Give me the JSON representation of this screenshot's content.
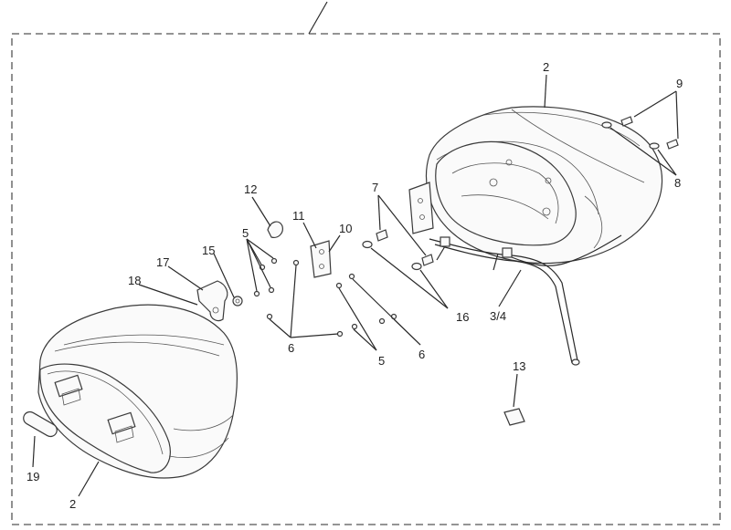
{
  "callouts": {
    "c2_top": "2",
    "c9": "9",
    "c8": "8",
    "c7": "7",
    "c12": "12",
    "c11": "11",
    "c10": "10",
    "c5_top": "5",
    "c15": "15",
    "c17": "17",
    "c18": "18",
    "c16": "16",
    "c34": "3/4",
    "c6_left": "6",
    "c5_bottom": "5",
    "c6_right": "6",
    "c13": "13",
    "c19": "19",
    "c2_bottom": "2"
  }
}
